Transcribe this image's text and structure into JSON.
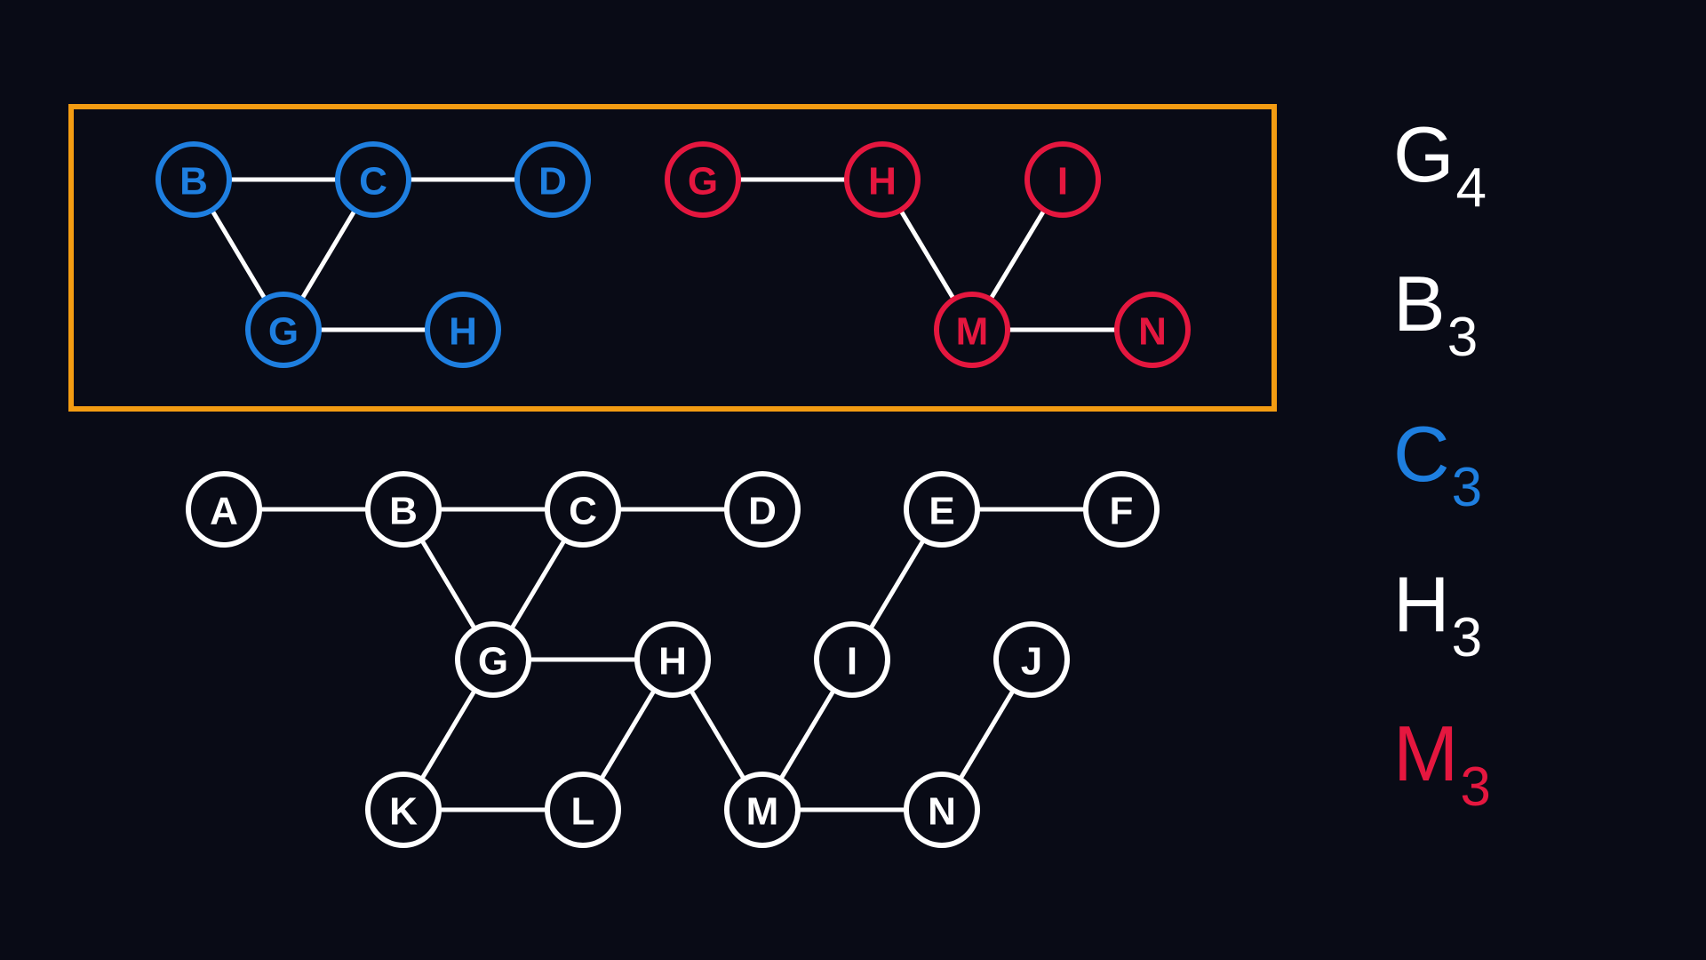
{
  "colors": {
    "background": "#090b16",
    "frame": "#f39c12",
    "white": "#ffffff",
    "blue": "#1e7fe0",
    "red": "#e5173f"
  },
  "highlight_subgraphs": [
    {
      "color": "blue",
      "nodes": [
        "B",
        "C",
        "D",
        "G",
        "H"
      ],
      "edges": [
        [
          "B",
          "C"
        ],
        [
          "C",
          "D"
        ],
        [
          "B",
          "G"
        ],
        [
          "C",
          "G"
        ],
        [
          "G",
          "H"
        ]
      ]
    },
    {
      "color": "red",
      "nodes": [
        "G",
        "H",
        "I",
        "M",
        "N"
      ],
      "edges": [
        [
          "G",
          "H"
        ],
        [
          "H",
          "M"
        ],
        [
          "I",
          "M"
        ],
        [
          "M",
          "N"
        ]
      ]
    }
  ],
  "main_graph": {
    "color": "white",
    "nodes": [
      "A",
      "B",
      "C",
      "D",
      "E",
      "F",
      "G",
      "H",
      "I",
      "J",
      "K",
      "L",
      "M",
      "N"
    ],
    "edges": [
      [
        "A",
        "B"
      ],
      [
        "B",
        "C"
      ],
      [
        "C",
        "D"
      ],
      [
        "E",
        "F"
      ],
      [
        "B",
        "G"
      ],
      [
        "C",
        "G"
      ],
      [
        "G",
        "H"
      ],
      [
        "E",
        "I"
      ],
      [
        "G",
        "K"
      ],
      [
        "H",
        "L"
      ],
      [
        "H",
        "M"
      ],
      [
        "I",
        "M"
      ],
      [
        "J",
        "N"
      ],
      [
        "K",
        "L"
      ],
      [
        "M",
        "N"
      ]
    ]
  },
  "side_labels": [
    {
      "letter": "G",
      "sub": "4",
      "color": "white"
    },
    {
      "letter": "B",
      "sub": "3",
      "color": "white"
    },
    {
      "letter": "C",
      "sub": "3",
      "color": "blue"
    },
    {
      "letter": "H",
      "sub": "3",
      "color": "white"
    },
    {
      "letter": "M",
      "sub": "3",
      "color": "red"
    }
  ]
}
